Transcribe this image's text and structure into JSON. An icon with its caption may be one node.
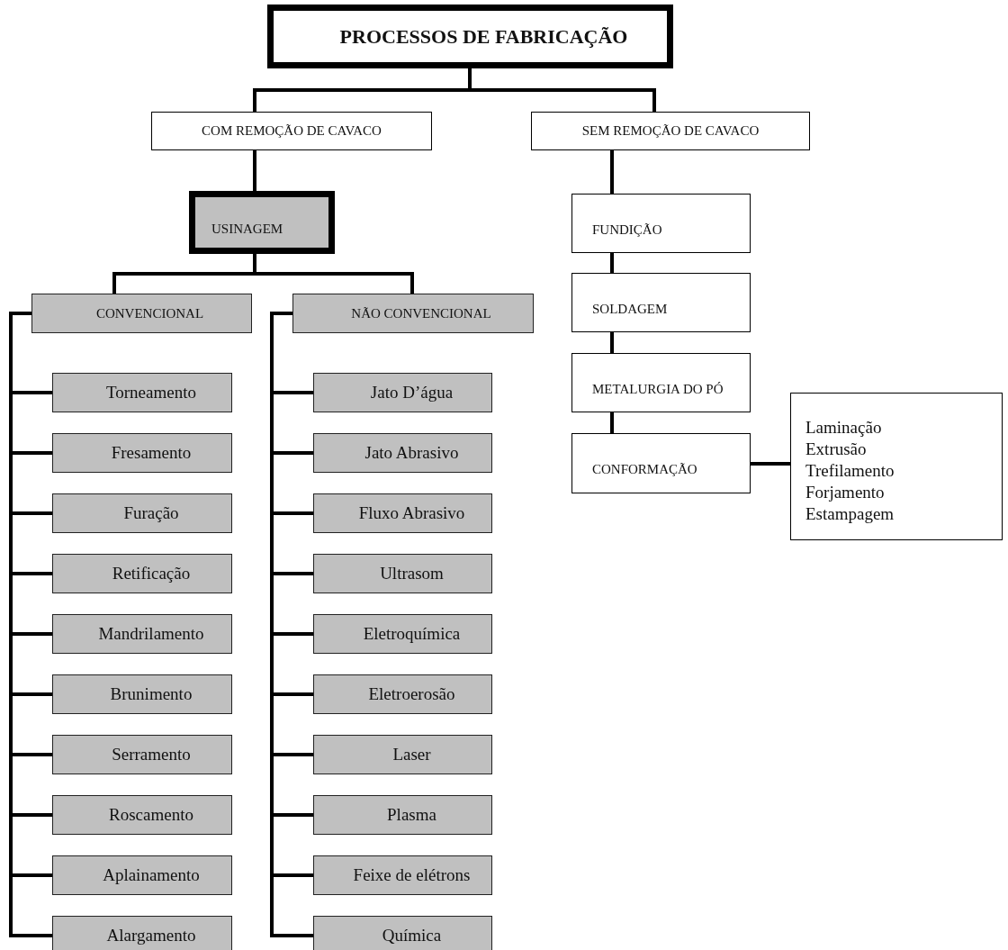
{
  "diagram": {
    "nodes": [
      {
        "text": [
          "PROCESSOS DE FABRICAÇÃO"
        ]
      },
      {
        "text": [
          "COM REMOÇÃO DE CAVACO"
        ]
      },
      {
        "text": [
          "SEM REMOÇÃO DE CAVACO"
        ]
      },
      {
        "text": [
          "USINAGEM"
        ]
      },
      {
        "text": [
          "CONVENCIONAL"
        ]
      },
      {
        "text": [
          "NÃO CONVENCIONAL"
        ]
      },
      {
        "text": [
          "Torneamento"
        ]
      },
      {
        "text": [
          "Fresamento"
        ]
      },
      {
        "text": [
          "Furação"
        ]
      },
      {
        "text": [
          "Retificação"
        ]
      },
      {
        "text": [
          "Mandrilamento"
        ]
      },
      {
        "text": [
          "Brunimento"
        ]
      },
      {
        "text": [
          "Serramento"
        ]
      },
      {
        "text": [
          "Roscamento"
        ]
      },
      {
        "text": [
          "Aplainamento"
        ]
      },
      {
        "text": [
          "Alargamento"
        ]
      },
      {
        "text": [
          "Jato D’água"
        ]
      },
      {
        "text": [
          "Jato Abrasivo"
        ]
      },
      {
        "text": [
          "Fluxo Abrasivo"
        ]
      },
      {
        "text": [
          "Ultrasom"
        ]
      },
      {
        "text": [
          "Eletroquímica"
        ]
      },
      {
        "text": [
          "Eletroerosão"
        ]
      },
      {
        "text": [
          "Laser"
        ]
      },
      {
        "text": [
          "Plasma"
        ]
      },
      {
        "text": [
          "Feixe de elétrons"
        ]
      },
      {
        "text": [
          "Química"
        ]
      },
      {
        "text": [
          "FUNDIÇÃO"
        ]
      },
      {
        "text": [
          "SOLDAGEM"
        ]
      },
      {
        "text": [
          "METALURGIA DO PÓ"
        ]
      },
      {
        "text": [
          "CONFORMAÇÃO"
        ]
      },
      {
        "text": [
          "Laminação",
          "Extrusão",
          "Trefilamento",
          "Forjamento",
          "Estampagem"
        ]
      }
    ],
    "edges": [
      {
        "from": 0,
        "to": 1,
        "arrow": "none"
      },
      {
        "from": 0,
        "to": 2,
        "arrow": "none"
      },
      {
        "from": 1,
        "to": 3,
        "arrow": "none"
      },
      {
        "from": 3,
        "to": 4,
        "arrow": "none"
      },
      {
        "from": 3,
        "to": 5,
        "arrow": "none"
      },
      {
        "from": 4,
        "to": 6,
        "arrow": "none"
      },
      {
        "from": 4,
        "to": 7,
        "arrow": "none"
      },
      {
        "from": 4,
        "to": 8,
        "arrow": "none"
      },
      {
        "from": 4,
        "to": 9,
        "arrow": "none"
      },
      {
        "from": 4,
        "to": 10,
        "arrow": "none"
      },
      {
        "from": 4,
        "to": 11,
        "arrow": "none"
      },
      {
        "from": 4,
        "to": 12,
        "arrow": "none"
      },
      {
        "from": 4,
        "to": 13,
        "arrow": "none"
      },
      {
        "from": 4,
        "to": 14,
        "arrow": "none"
      },
      {
        "from": 4,
        "to": 15,
        "arrow": "none"
      },
      {
        "from": 5,
        "to": 16,
        "arrow": "none"
      },
      {
        "from": 5,
        "to": 17,
        "arrow": "none"
      },
      {
        "from": 5,
        "to": 18,
        "arrow": "none"
      },
      {
        "from": 5,
        "to": 19,
        "arrow": "none"
      },
      {
        "from": 5,
        "to": 20,
        "arrow": "none"
      },
      {
        "from": 5,
        "to": 21,
        "arrow": "none"
      },
      {
        "from": 5,
        "to": 22,
        "arrow": "none"
      },
      {
        "from": 5,
        "to": 23,
        "arrow": "none"
      },
      {
        "from": 5,
        "to": 24,
        "arrow": "none"
      },
      {
        "from": 5,
        "to": 25,
        "arrow": "none"
      },
      {
        "from": 2,
        "to": 26,
        "arrow": "none"
      },
      {
        "from": 26,
        "to": 27,
        "arrow": "none"
      },
      {
        "from": 27,
        "to": 28,
        "arrow": "none"
      },
      {
        "from": 28,
        "to": 29,
        "arrow": "none"
      },
      {
        "from": 29,
        "to": 30,
        "arrow": "none"
      }
    ]
  }
}
